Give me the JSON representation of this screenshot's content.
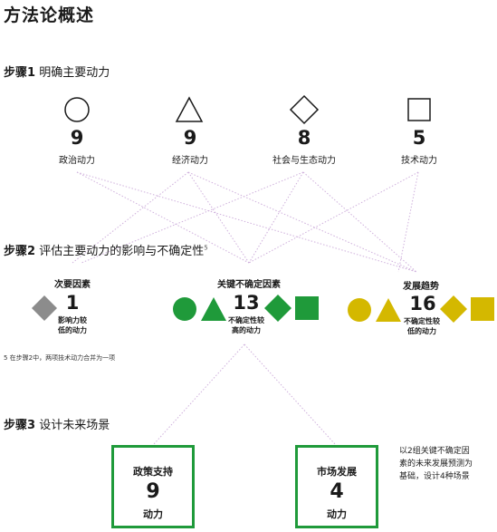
{
  "title": "方法论概述",
  "step1": {
    "label": "步骤1",
    "text": "明确主要动力",
    "drivers": [
      {
        "shape": "circle-outline",
        "count": "9",
        "name": "政治动力"
      },
      {
        "shape": "triangle-outline",
        "count": "9",
        "name": "经济动力"
      },
      {
        "shape": "diamond-outline",
        "count": "8",
        "name": "社会与生态动力"
      },
      {
        "shape": "square-outline",
        "count": "5",
        "name": "技术动力"
      }
    ]
  },
  "step2": {
    "label": "步骤2",
    "text": "评估主要动力的影响与不确定性",
    "footnote_mark": "5",
    "groups": [
      {
        "category": "次要因素",
        "count": "1",
        "desc_line1": "影响力较",
        "desc_line2": "低的动力",
        "color": "#8c8c8c"
      },
      {
        "category": "关键不确定因素",
        "count": "13",
        "desc_line1": "不确定性较",
        "desc_line2": "高的动力",
        "color": "#1f9a3a"
      },
      {
        "category": "发展趋势",
        "count": "16",
        "desc_line1": "不确定性较",
        "desc_line2": "低的动力",
        "color": "#d4b800"
      }
    ],
    "footnote": "5 在步骤2中，两项技术动力合并为一项"
  },
  "step3": {
    "label": "步骤3",
    "text": "设计未来场景",
    "boxes": [
      {
        "title": "政策支持",
        "count": "9",
        "unit": "动力"
      },
      {
        "title": "市场发展",
        "count": "4",
        "unit": "动力"
      }
    ],
    "note_line1": "以2组关键不确定因",
    "note_line2": "素的未来发展预测为",
    "note_line3": "基础，设计4种场景"
  },
  "colors": {
    "green": "#1f9a3a",
    "yellow": "#d4b800",
    "grey": "#8c8c8c",
    "line": "#c9a6d6"
  }
}
